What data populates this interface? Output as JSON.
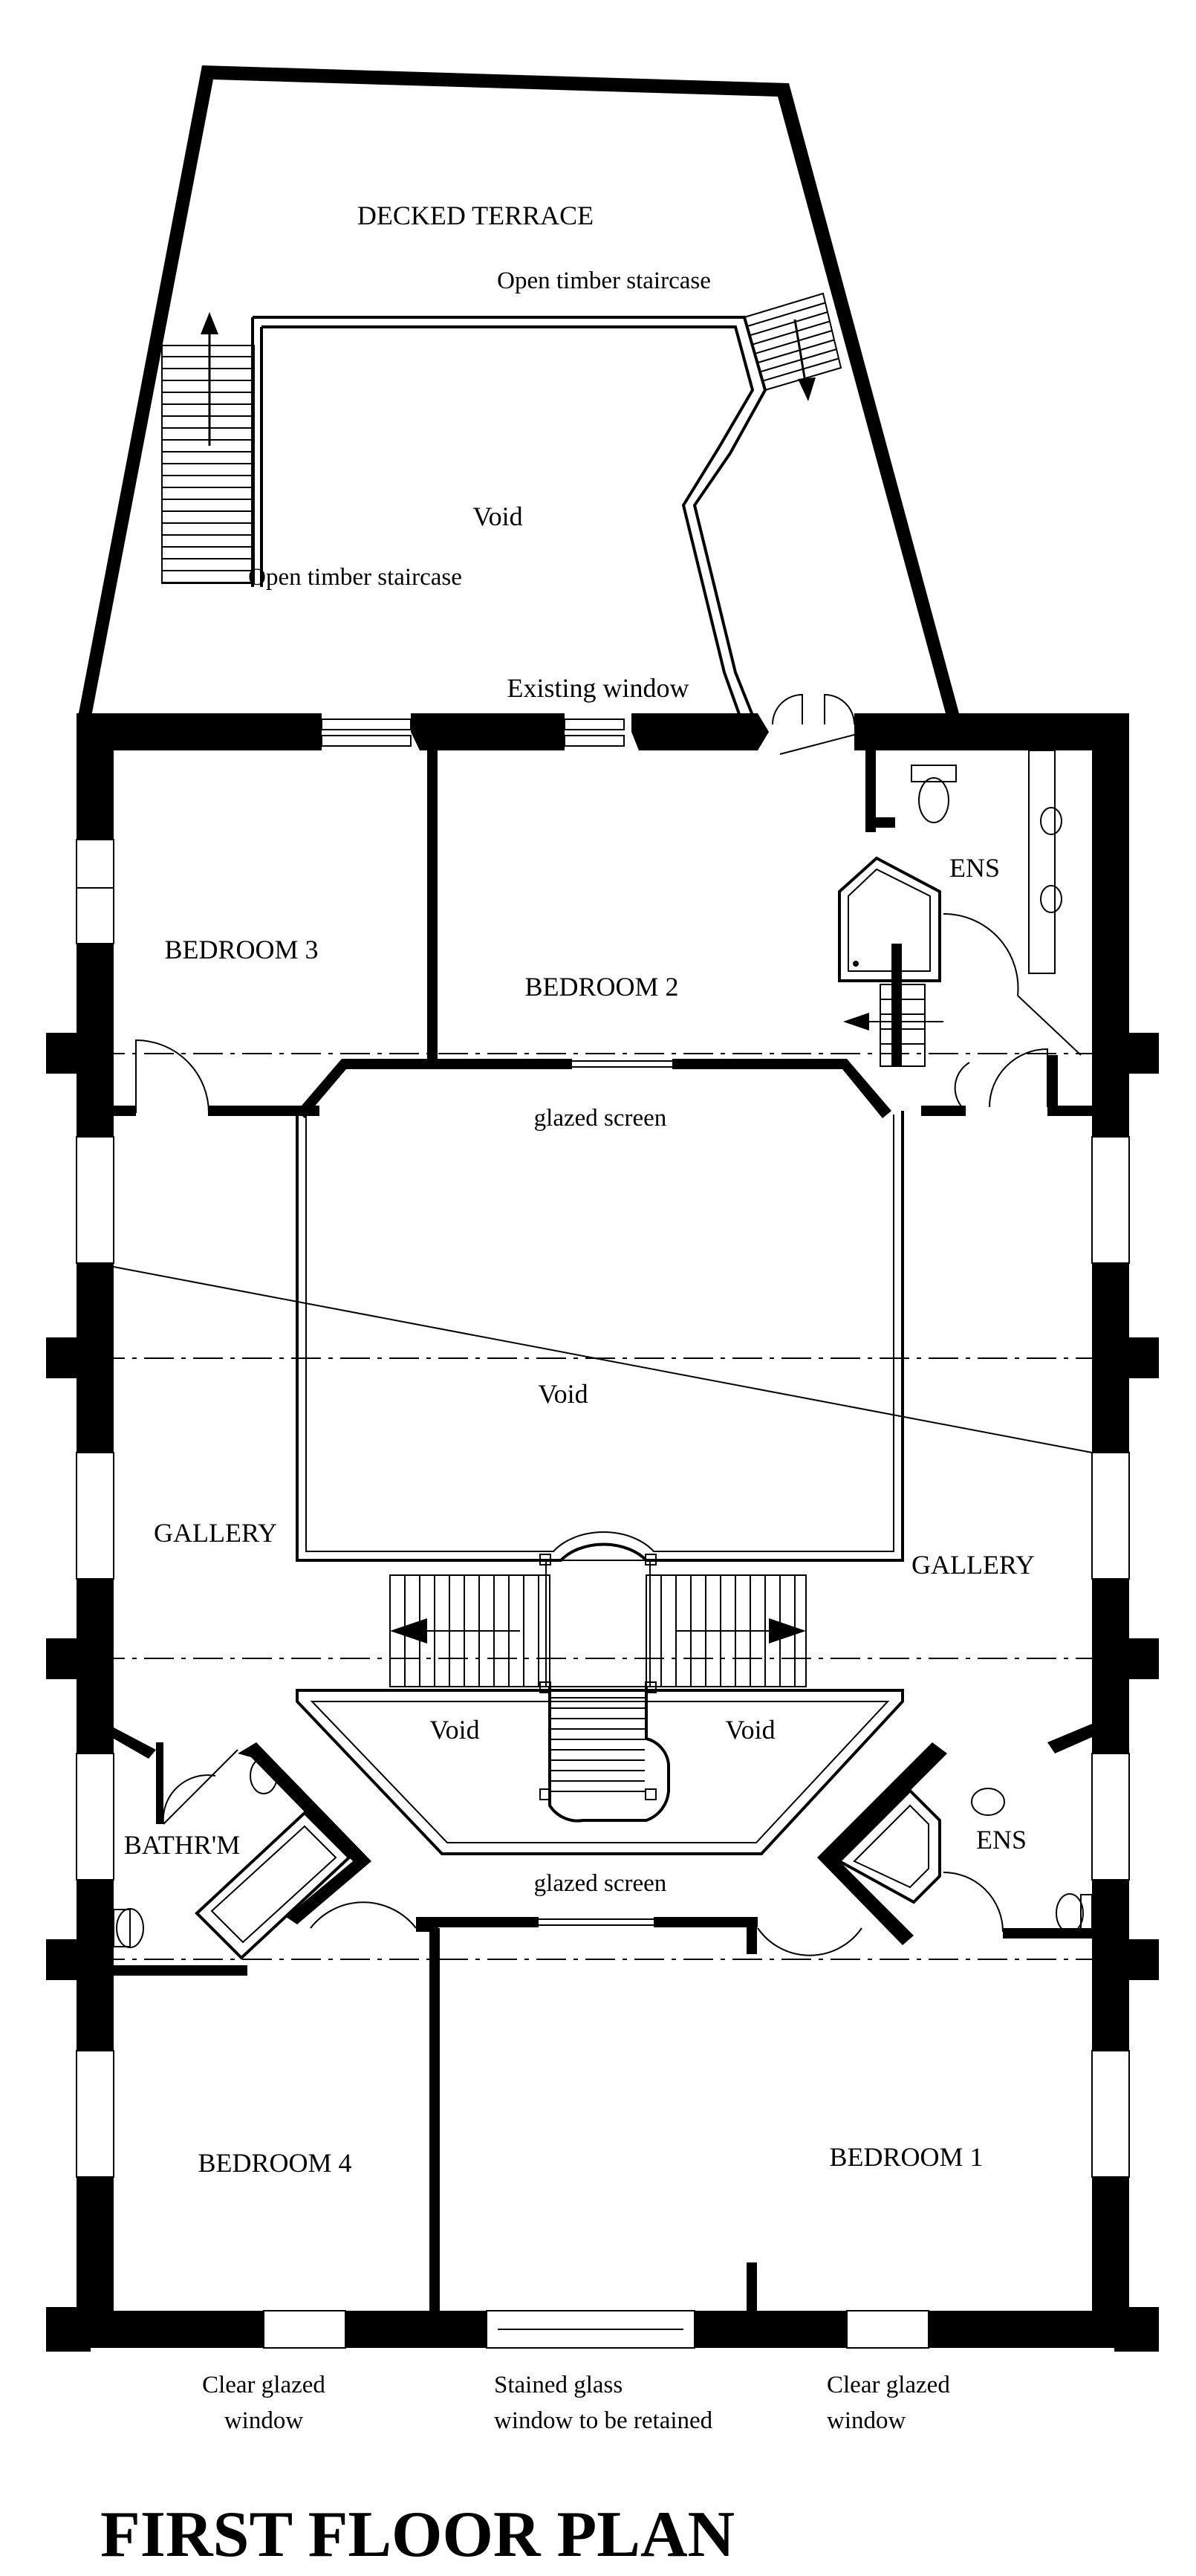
{
  "title": "FIRST FLOOR PLAN",
  "rooms": {
    "decked_terrace": "DECKED TERRACE",
    "void_terrace": "Void",
    "bedroom3": "BEDROOM 3",
    "bedroom2": "BEDROOM 2",
    "ens_top": "ENS",
    "void_center": "Void",
    "gallery_left": "GALLERY",
    "gallery_right": "GALLERY",
    "void_left": "Void",
    "void_right": "Void",
    "bathroom": "BATHR'M",
    "ens_bottom": "ENS",
    "bedroom4": "BEDROOM 4",
    "bedroom1": "BEDROOM 1"
  },
  "notes": {
    "stair_right": "Open timber staircase",
    "stair_left": "Open timber staircase",
    "existing_window": "Existing window",
    "glazed_screen_top": "glazed screen",
    "glazed_screen_bottom": "glazed screen",
    "window_left": [
      "Clear glazed",
      "window"
    ],
    "window_middle": [
      "Stained glass",
      "window to be retained"
    ],
    "window_right": [
      "Clear glazed",
      "window"
    ]
  }
}
